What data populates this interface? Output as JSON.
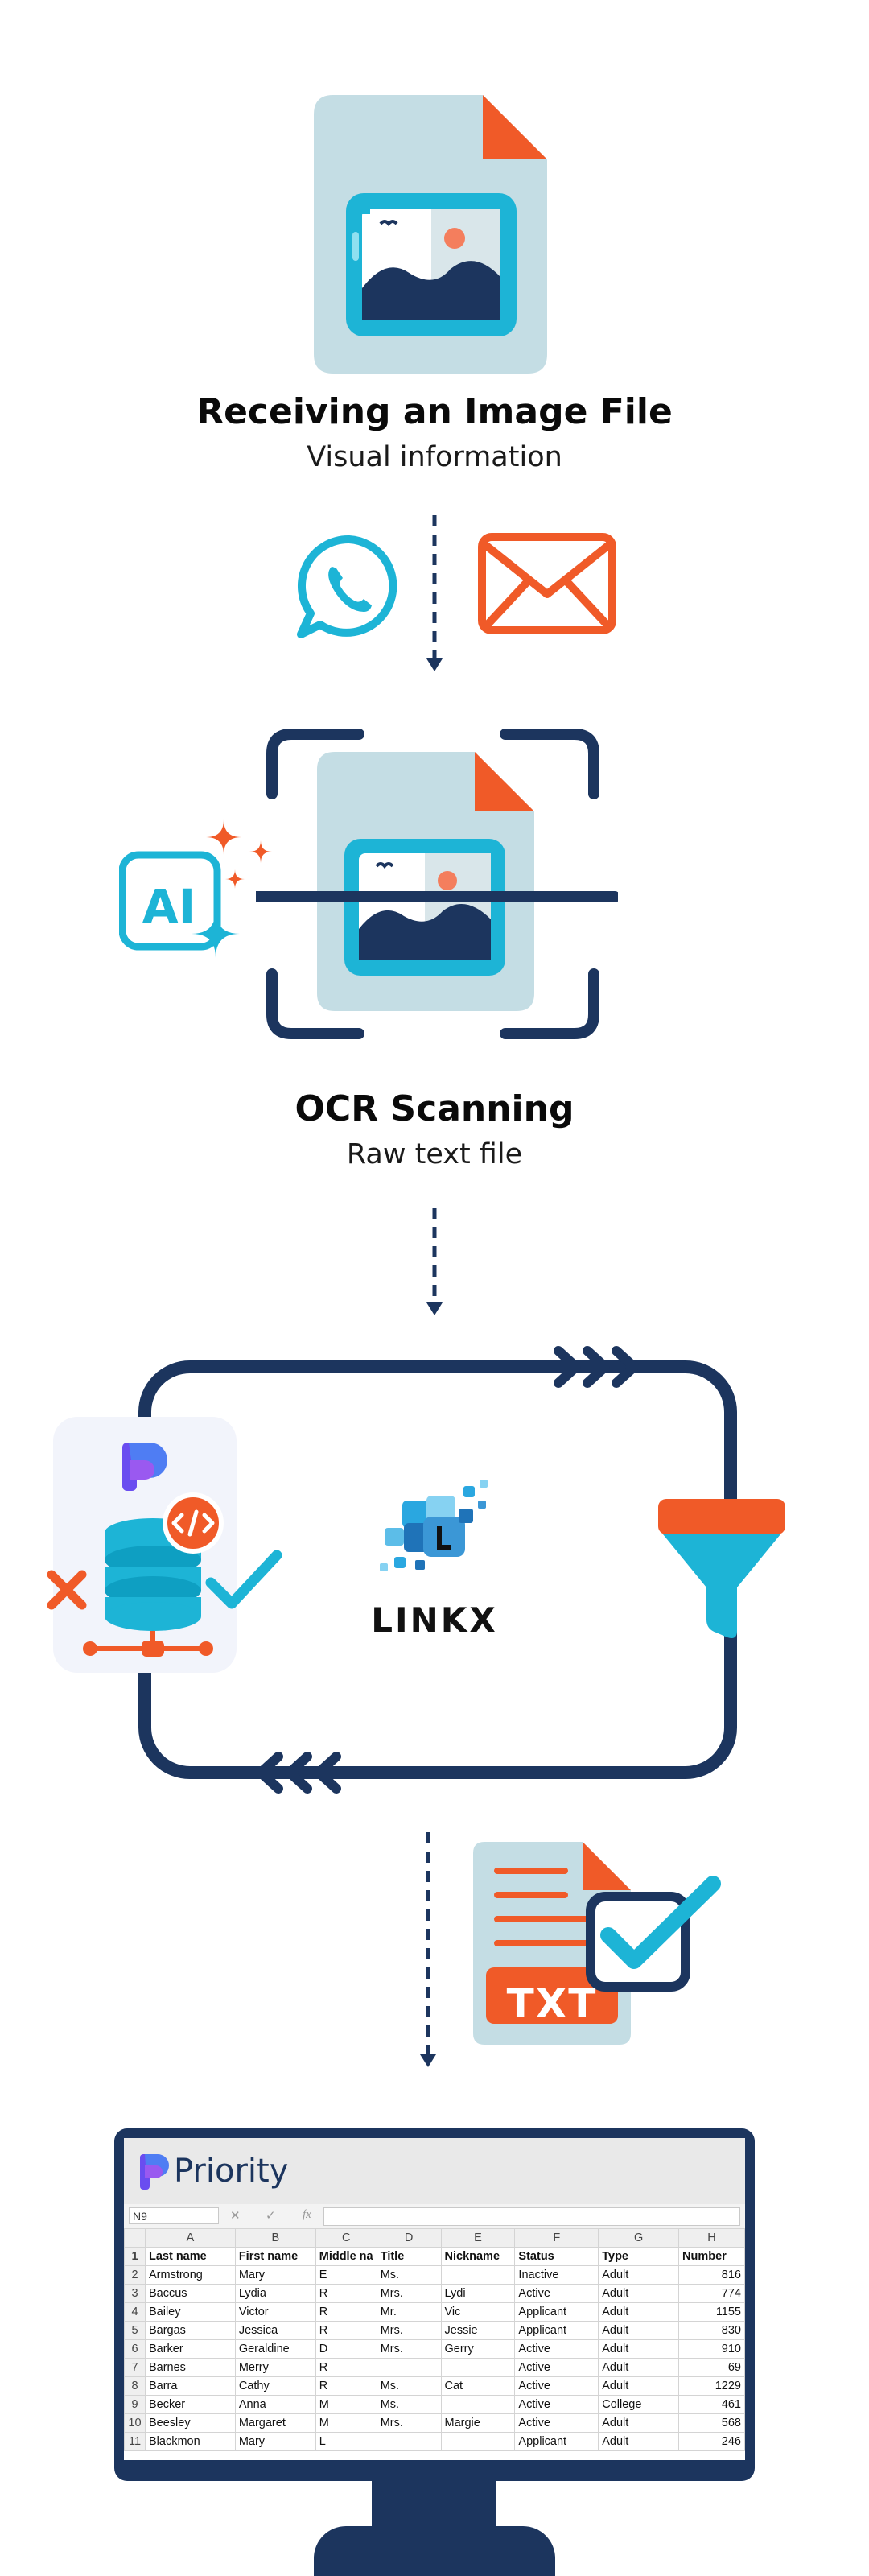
{
  "steps": {
    "receive": {
      "title": "Receiving an Image File",
      "subtitle": "Visual information"
    },
    "ocr": {
      "title": "OCR Scanning",
      "subtitle": "Raw text file"
    },
    "linkx": {
      "brand": "LINKX"
    },
    "txt": {
      "label": "TXT"
    },
    "ai": {
      "label": "AI"
    }
  },
  "icons": {
    "image_file": "image-file-icon",
    "whatsapp": "whatsapp-icon",
    "email": "email-icon",
    "ai": "ai-sparkle-icon",
    "database": "database-icon",
    "code": "code-icon",
    "filter": "filter-icon",
    "check": "check-icon",
    "cross": "cross-icon",
    "txt_file": "txt-file-icon",
    "monitor": "monitor-icon"
  },
  "colors": {
    "navy": "#1c355e",
    "orange": "#f05a28",
    "cyan": "#1db4d6",
    "file_bg": "#c4dde4"
  },
  "spreadsheet": {
    "app_name": "Priority",
    "cell_ref": "N9",
    "columns": [
      "A",
      "B",
      "C",
      "D",
      "E",
      "F",
      "G",
      "H"
    ],
    "rows": [
      [
        "1",
        "Last name",
        "First name",
        "Middle na",
        "Title",
        "Nickname",
        "Status",
        "Type",
        "Number"
      ],
      [
        "2",
        "Armstrong",
        "Mary",
        "E",
        "Ms.",
        "",
        "Inactive",
        "Adult",
        "816"
      ],
      [
        "3",
        "Baccus",
        "Lydia",
        "R",
        "Mrs.",
        "Lydi",
        "Active",
        "Adult",
        "774"
      ],
      [
        "4",
        "Bailey",
        "Victor",
        "R",
        "Mr.",
        "Vic",
        "Applicant",
        "Adult",
        "1155"
      ],
      [
        "5",
        "Bargas",
        "Jessica",
        "R",
        "Mrs.",
        "Jessie",
        "Applicant",
        "Adult",
        "830"
      ],
      [
        "6",
        "Barker",
        "Geraldine",
        "D",
        "Mrs.",
        "Gerry",
        "Active",
        "Adult",
        "910"
      ],
      [
        "7",
        "Barnes",
        "Merry",
        "R",
        "",
        "",
        "Active",
        "Adult",
        "69"
      ],
      [
        "8",
        "Barra",
        "Cathy",
        "R",
        "Ms.",
        "Cat",
        "Active",
        "Adult",
        "1229"
      ],
      [
        "9",
        "Becker",
        "Anna",
        "M",
        "Ms.",
        "",
        "Active",
        "College",
        "461"
      ],
      [
        "10",
        "Beesley",
        "Margaret",
        "M",
        "Mrs.",
        "Margie",
        "Active",
        "Adult",
        "568"
      ],
      [
        "11",
        "Blackmon",
        "Mary",
        "L",
        "",
        "",
        "Applicant",
        "Adult",
        "246"
      ]
    ]
  }
}
